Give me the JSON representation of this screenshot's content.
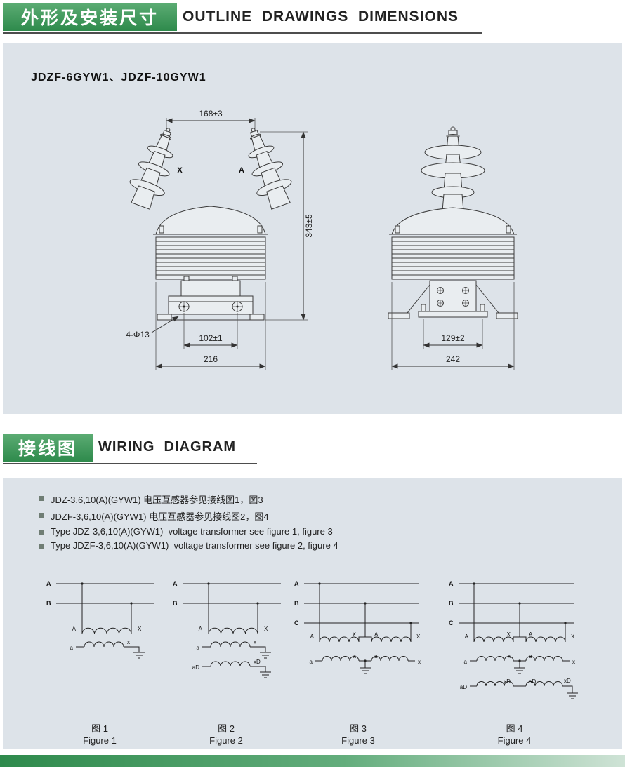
{
  "header1": {
    "zh": "外形及安装尺寸",
    "en": "OUTLINE  DRAWINGS  DIMENSIONS"
  },
  "header2": {
    "zh": "接线图",
    "en": "WIRING  DIAGRAM"
  },
  "outline": {
    "model": "JDZF-6GYW1、JDZF-10GYW1",
    "dims": {
      "top_width": "168±3",
      "height": "343±5",
      "bolt_spacing": "102±1",
      "overall_width": "216",
      "mount_holes": "4-Φ13",
      "side_bolt_spacing": "129±2",
      "side_overall_width": "242"
    }
  },
  "sym": {
    "A": "A",
    "B": "B",
    "C": "C",
    "X": "X",
    "a": "a",
    "x": "x",
    "aD": "aD",
    "xD": "xD"
  },
  "wiring": {
    "notes": [
      {
        "text": "JDZ-3,6,10(A)(GYW1) 电压互感器参见接线图1，图3"
      },
      {
        "text": "JDZF-3,6,10(A)(GYW1) 电压互感器参见接线图2，图4"
      },
      {
        "text": "Type JDZ-3,6,10(A)(GYW1)  voltage transformer see figure 1, figure 3"
      },
      {
        "text": "Type JDZF-3,6,10(A)(GYW1)  voltage transformer see figure 2, figure 4"
      }
    ],
    "figures": [
      {
        "zh": "图 1",
        "en": "Figure 1"
      },
      {
        "zh": "图 2",
        "en": "Figure 2"
      },
      {
        "zh": "图 3",
        "en": "Figure 3"
      },
      {
        "zh": "图 4",
        "en": "Figure 4"
      }
    ]
  }
}
